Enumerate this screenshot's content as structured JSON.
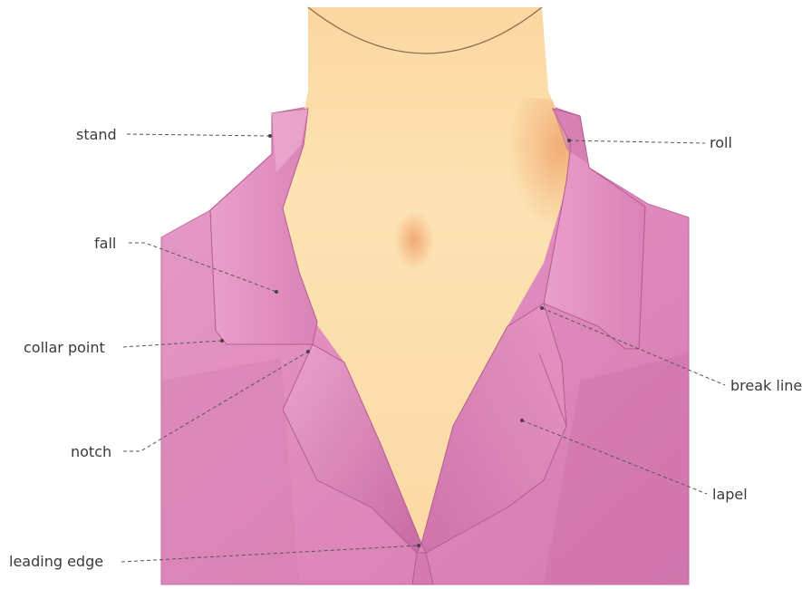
{
  "labels": {
    "stand": "stand",
    "fall": "fall",
    "collar_point": "collar point",
    "notch": "notch",
    "leading_edge": "leading edge",
    "roll": "roll",
    "break_line": "break line",
    "lapel": "lapel"
  },
  "colors": {
    "skin_light": "#fde3b0",
    "skin_mid": "#f7c98c",
    "skin_shadow": "#eea066",
    "fabric_light": "#e89bc6",
    "fabric_mid": "#d97ab2",
    "fabric_shadow": "#b85a93",
    "leader_line": "#555555"
  }
}
